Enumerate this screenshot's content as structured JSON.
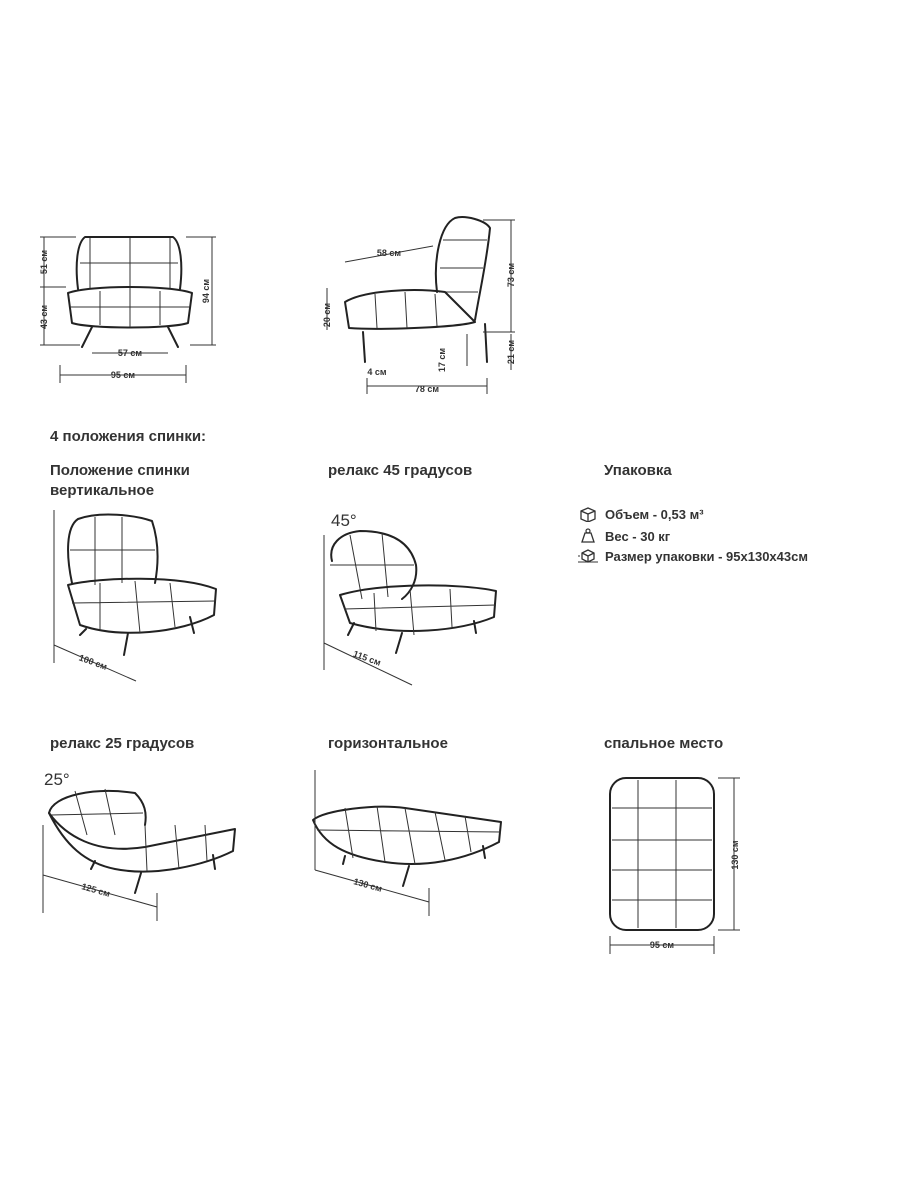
{
  "front": {
    "dim_backrest": "51 см",
    "dim_seat_height": "43 см",
    "dim_total_height": "94 см",
    "dim_inner_width": "57 см",
    "dim_width": "95 см"
  },
  "side": {
    "dim_seat_depth": "58 см",
    "dim_back_height": "73 см",
    "dim_seat_thickness": "20 см",
    "dim_clearance": "17 см",
    "dim_leg_height": "21 см",
    "dim_leg_inset": "4 см",
    "dim_depth": "78 см"
  },
  "positions": {
    "heading": "4 положения спинки:",
    "vertical": {
      "title_line1": "Положение спинки",
      "title_line2": "вертикальное",
      "dim": "100 см"
    },
    "relax45": {
      "title": "релакс 45 градусов",
      "angle": "45°",
      "dim": "115 см"
    },
    "relax25": {
      "title": "релакс 25 градусов",
      "angle": "25°",
      "dim": "125 см"
    },
    "horizontal": {
      "title": "горизонтальное",
      "dim": "130 см"
    },
    "sleeping": {
      "title": "спальное место",
      "dim_length": "130 см",
      "dim_width": "95 см"
    }
  },
  "packaging": {
    "title": "Упаковка",
    "volume": "Объем - 0,53 м³",
    "weight": "Вес - 30 кг",
    "size": "Размер упаковки - 95х130х43см",
    "icons": [
      "box-volume-icon",
      "weight-icon",
      "package-size-icon"
    ]
  }
}
